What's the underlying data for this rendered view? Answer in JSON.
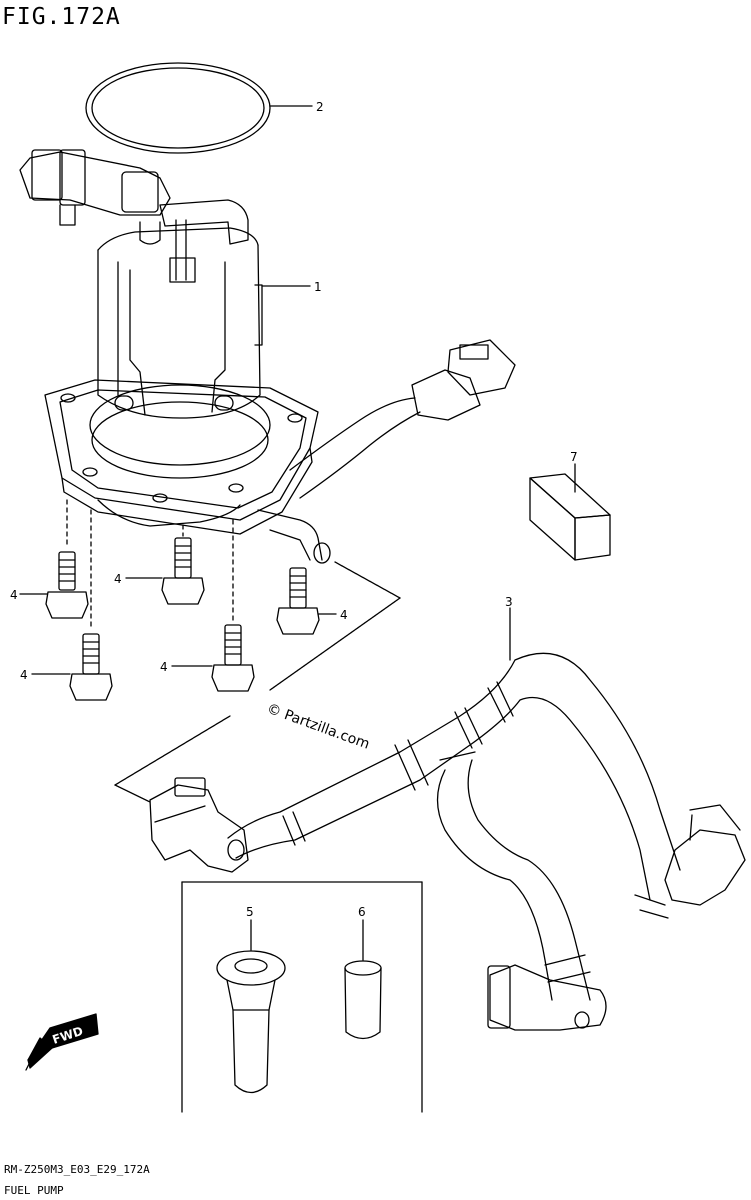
{
  "figure": {
    "title": "FIG.172A"
  },
  "callouts": [
    {
      "id": "1",
      "label": "1"
    },
    {
      "id": "2",
      "label": "2"
    },
    {
      "id": "3",
      "label": "3"
    },
    {
      "id": "4a",
      "label": "4"
    },
    {
      "id": "4b",
      "label": "4"
    },
    {
      "id": "4c",
      "label": "4"
    },
    {
      "id": "4d",
      "label": "4"
    },
    {
      "id": "4e",
      "label": "4"
    },
    {
      "id": "5",
      "label": "5"
    },
    {
      "id": "6",
      "label": "6"
    },
    {
      "id": "7",
      "label": "7"
    }
  ],
  "watermark": "© Partzilla.com",
  "direction_badge": "FWD",
  "footer": {
    "code": "RM-Z250M3_E03_E29_172A",
    "name": "FUEL PUMP"
  }
}
